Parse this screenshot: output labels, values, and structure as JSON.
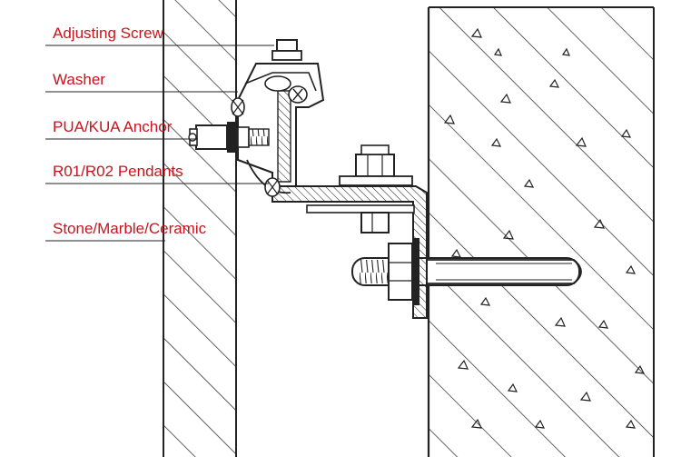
{
  "labels": {
    "adjusting_screw": "Adjusting Screw",
    "washer": "Washer",
    "anchor": "PUA/KUA Anchor",
    "pendants": "R01/R02 Pendants",
    "stone": "Stone/Marble/Ceramic"
  },
  "colors": {
    "label_text": "#c8141e",
    "line_art": "#1a1a1a",
    "background": "#ffffff"
  }
}
